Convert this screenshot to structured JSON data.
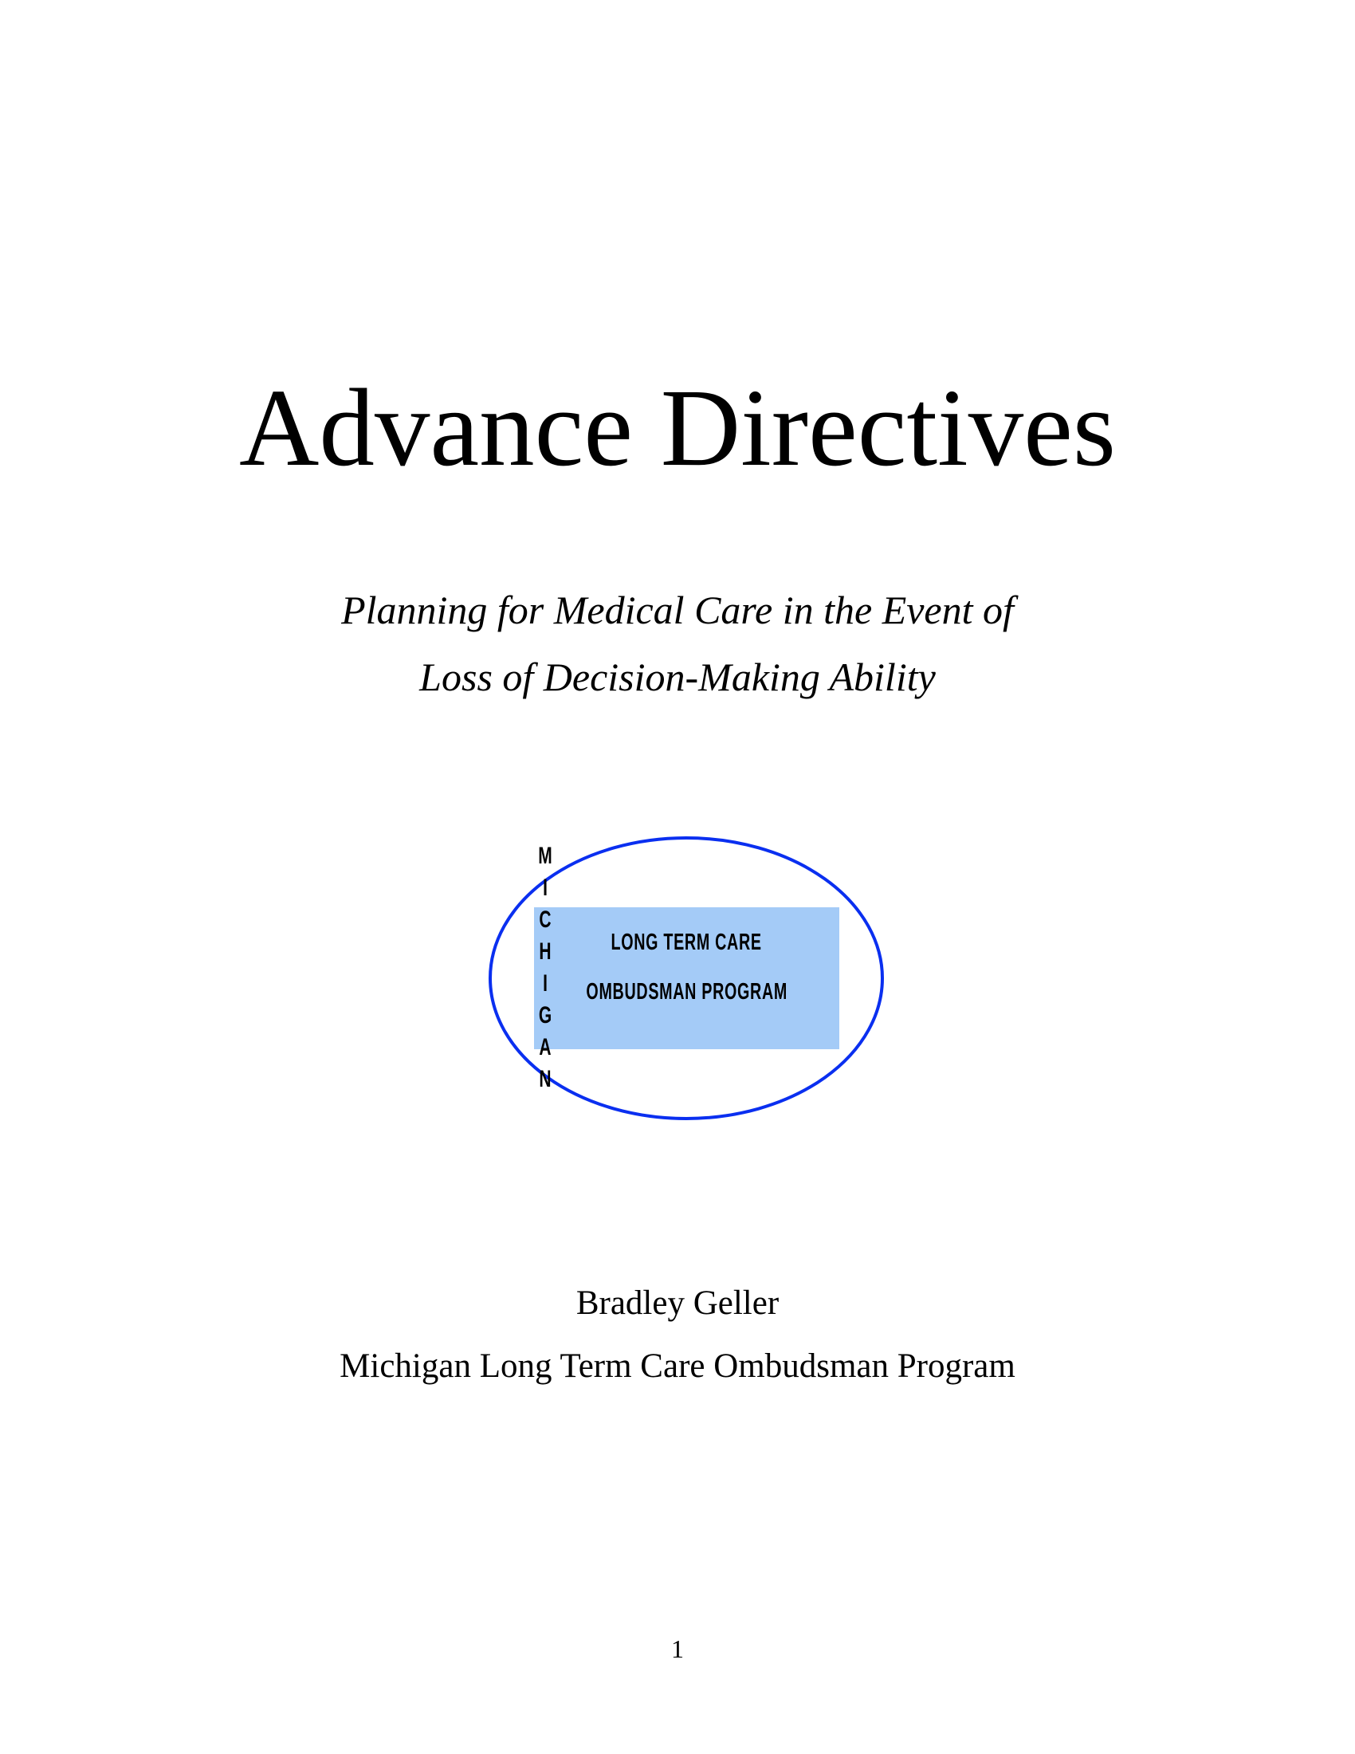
{
  "document": {
    "title": "Advance Directives",
    "subtitle_lines": [
      "Planning for Medical Care in the Event of",
      "Loss of Decision-Making Ability"
    ],
    "author": "Bradley Geller",
    "organization": "Michigan Long Term Care Ombudsman Program",
    "page_number": "1"
  },
  "logo": {
    "vertical_letters": [
      "M",
      "I",
      "C",
      "H",
      "I",
      "G",
      "A",
      "N"
    ],
    "line1": "LONG TERM CARE",
    "line2": "OMBUDSMAN PROGRAM",
    "colors": {
      "ellipse_stroke": "#0A2FF0",
      "box_fill": "#A4CBF7",
      "text": "#000000"
    }
  }
}
